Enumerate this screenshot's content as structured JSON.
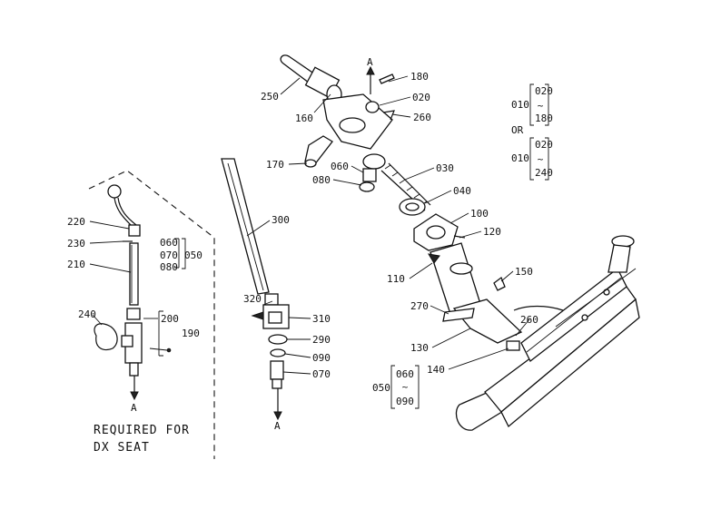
{
  "labels": {
    "p250": "250",
    "p160": "160",
    "pA_top": "A",
    "p180": "180",
    "p020": "020",
    "p260_top": "260",
    "p170": "170",
    "p060_mid": "060",
    "p080_mid": "080",
    "p030": "030",
    "p040": "040",
    "p100": "100",
    "p120": "120",
    "p110": "110",
    "p150": "150",
    "p270": "270",
    "p260_low": "260",
    "p130": "130",
    "p140": "140",
    "p300": "300",
    "p320": "320",
    "p310": "310",
    "p290": "290",
    "p090_mid": "090",
    "p070_mid": "070",
    "pA_mid": "A",
    "p220": "220",
    "p230": "230",
    "p210": "210",
    "p240": "240",
    "p200": "200",
    "p190": "190",
    "pA_left": "A",
    "g050_head": "050",
    "g050_060": "060",
    "g050_070": "070",
    "g050_080": "080",
    "alt1_head": "010",
    "alt1_top": "020",
    "alt1_bot": "180",
    "or_text": "OR",
    "alt2_head": "010",
    "alt2_top": "020",
    "alt2_bot": "240",
    "low050_head": "050",
    "low050_top": "060",
    "low050_bot": "090"
  },
  "note": {
    "line1": "REQUIRED FOR",
    "line2": "DX SEAT"
  }
}
